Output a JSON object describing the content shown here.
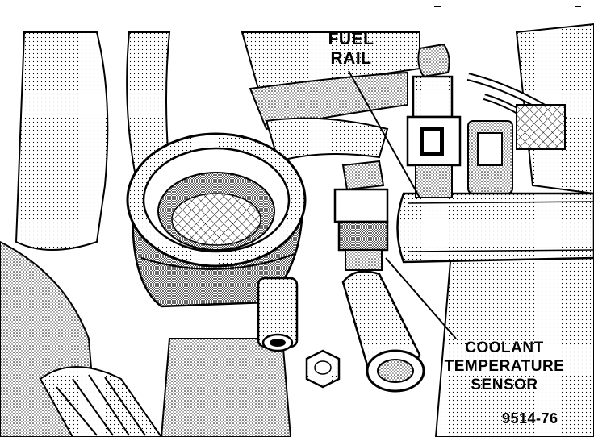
{
  "labels": {
    "fuel_rail": [
      "FUEL",
      "RAIL"
    ],
    "coolant_sensor": [
      "COOLANT",
      "TEMPERATURE",
      "SENSOR"
    ]
  },
  "figure_number": "9514-76"
}
